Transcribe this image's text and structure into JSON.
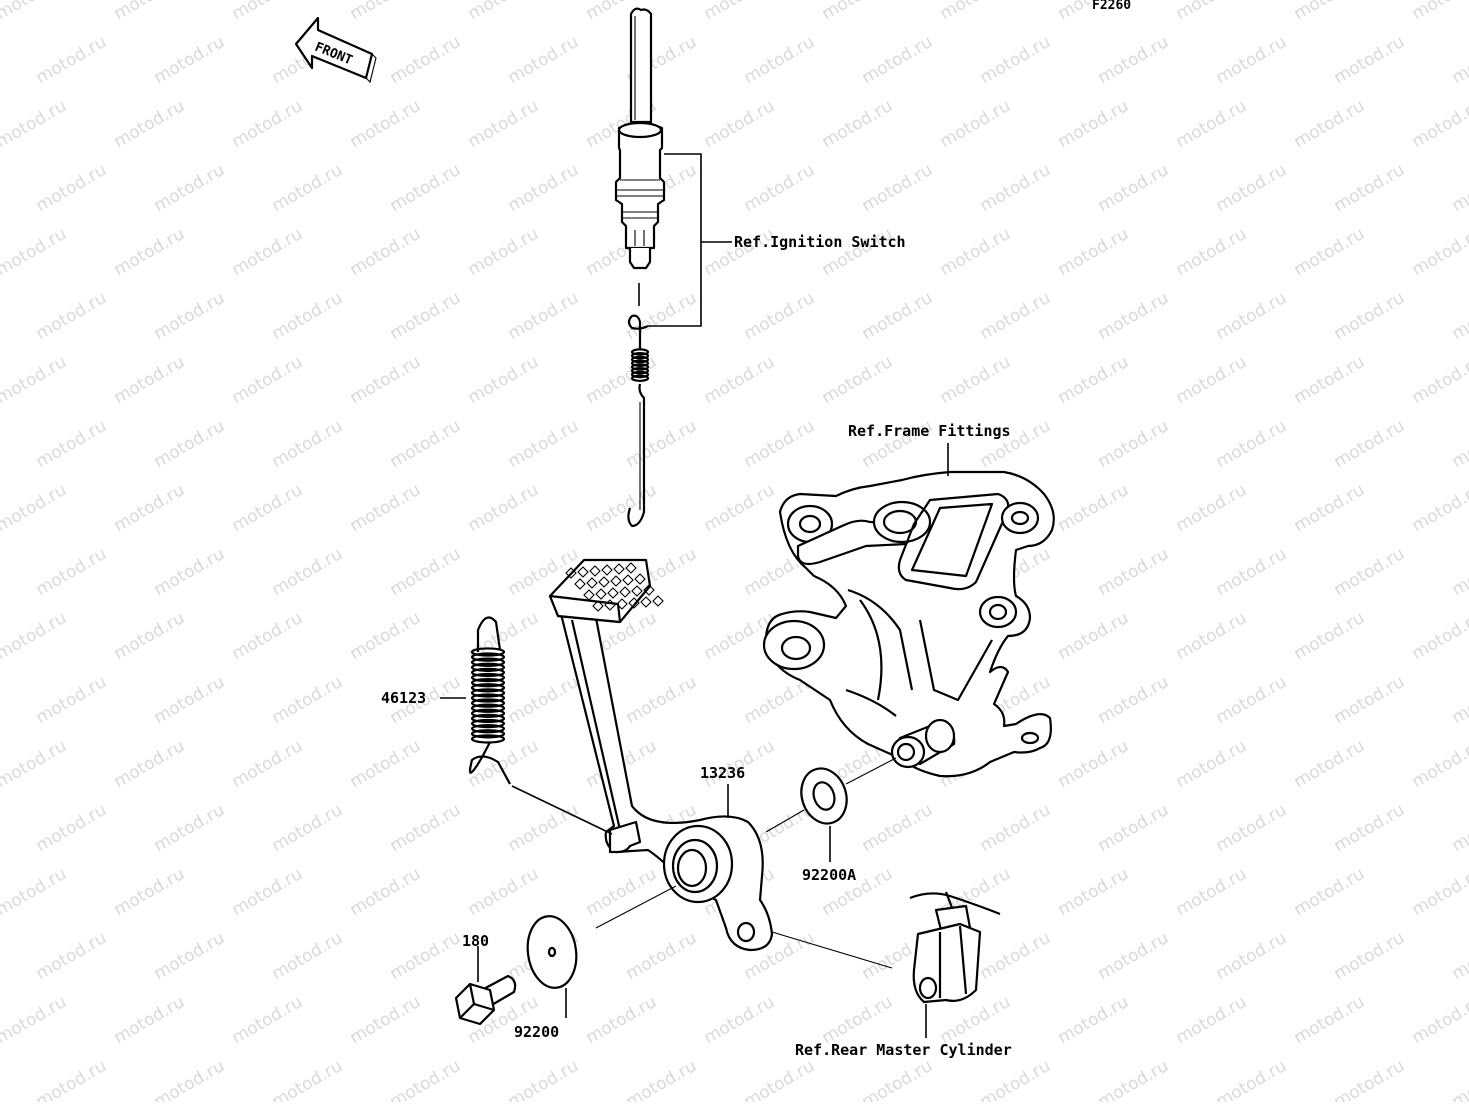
{
  "figure_code": "F2260",
  "front_arrow_label": "FRONT",
  "watermark": "motod.ru",
  "labels": {
    "ignition_switch": "Ref.Ignition Switch",
    "frame_fittings": "Ref.Frame Fittings",
    "spring": "46123",
    "brake_pedal": "13236",
    "washer_a": "92200A",
    "bolt": "180",
    "washer": "92200",
    "rear_master_cylinder": "Ref.Rear Master Cylinder"
  }
}
